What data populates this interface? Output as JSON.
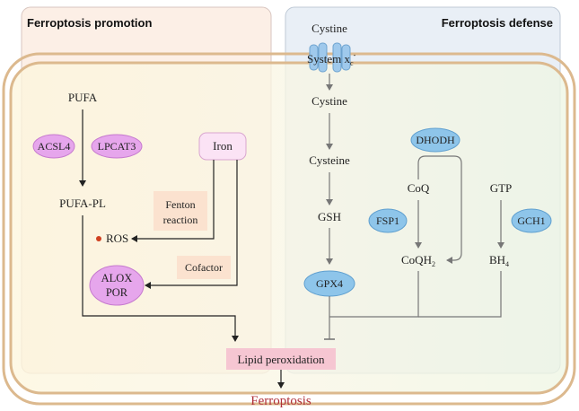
{
  "panels": {
    "promotion_title": "Ferroptosis promotion",
    "defense_title": "Ferroptosis defense"
  },
  "left": {
    "pufa": "PUFA",
    "acsl4": "ACSL4",
    "lpcat3": "LPCAT3",
    "pufa_pl": "PUFA-PL",
    "iron": "Iron",
    "fenton_line1": "Fenton",
    "fenton_line2": "reaction",
    "ros": "ROS",
    "cofactor": "Cofactor",
    "alox": "ALOX",
    "por": "POR"
  },
  "right": {
    "cystine_top": "Cystine",
    "system_xc": "System x",
    "system_xc_sub": "c",
    "system_xc_sup": "-",
    "cystine_inner": "Cystine",
    "cysteine": "Cysteine",
    "gsh": "GSH",
    "gpx4": "GPX4",
    "dhodh": "DHODH",
    "coq": "CoQ",
    "fsp1": "FSP1",
    "coqh2": "CoQH",
    "coqh2_sub": "2",
    "gtp": "GTP",
    "gch1": "GCH1",
    "bh4": "BH",
    "bh4_sub": "4"
  },
  "center": {
    "lipid_peroxidation": "Lipid peroxidation",
    "ferroptosis": "Ferroptosis"
  },
  "colors": {
    "pink_enzyme": "#e6a6ec",
    "blue_enzyme": "#8ec5ea",
    "ferroptosis_red": "#b0303a",
    "cell_border": "#dcb98e",
    "label_box": "#fbe2cf",
    "lipid_box": "#f6c6d2"
  }
}
